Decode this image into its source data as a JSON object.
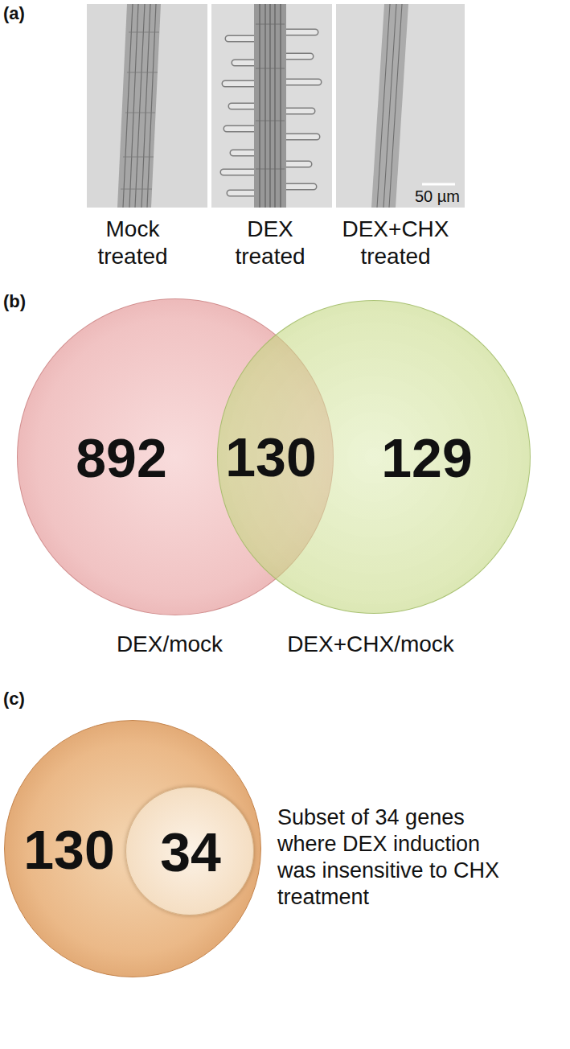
{
  "diagram": {
    "nodes": [
      {
        "text": [
          "892",
          "DEX/mock"
        ]
      },
      {
        "text": [
          "130"
        ]
      },
      {
        "text": [
          "129",
          "DEX+CHX/mock"
        ]
      },
      {
        "text": [
          "130"
        ]
      },
      {
        "text": [
          "34"
        ],
        "in": 3
      }
    ],
    "labels": [
      "(a)",
      "Mock treated",
      "DEX treated",
      "DEX+CHX treated",
      "50 µm",
      "(b)",
      "(c)",
      "Subset of 34 genes where DEX induction was insensitive to CHX treatment"
    ]
  }
}
